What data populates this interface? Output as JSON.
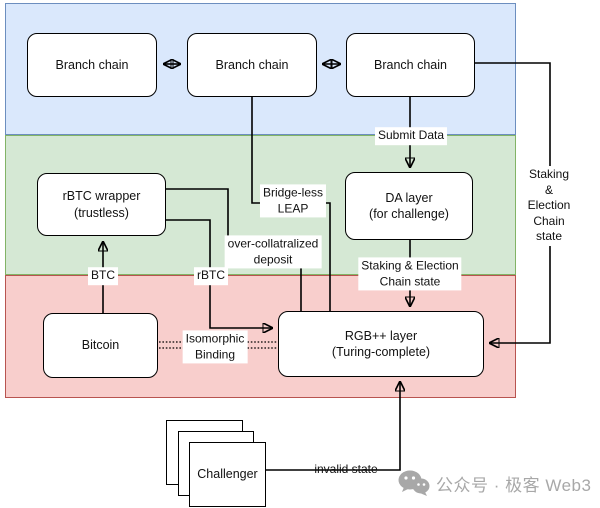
{
  "diagram": {
    "bands": {
      "top": {
        "fill": "#dae8fc",
        "border": "#6c8ebf"
      },
      "middle": {
        "fill": "#d5e8d4",
        "border": "#82b366"
      },
      "bottom": {
        "fill": "#f8cecc",
        "border": "#b85450"
      }
    },
    "nodes": {
      "branch_chain_1": {
        "label": "Branch chain"
      },
      "branch_chain_2": {
        "label": "Branch chain"
      },
      "branch_chain_3": {
        "label": "Branch chain"
      },
      "rbtc_wrapper": {
        "label": "rBTC wrapper\n(trustless)"
      },
      "da_layer": {
        "label": "DA layer\n(for challenge)"
      },
      "bitcoin": {
        "label": "Bitcoin"
      },
      "rgb_layer": {
        "label": "RGB++ layer\n(Turing-complete)"
      },
      "challenger": {
        "label": "Challenger"
      }
    },
    "edge_labels": {
      "submit_data": "Submit Data",
      "bridge_less_leap": "Bridge-less\nLEAP",
      "over_collateralized_deposit": "over-collatralized\ndeposit",
      "staking_election_da": "Staking & Election\nChain state",
      "staking_election_right": "Staking & Election\nChain state",
      "btc": "BTC",
      "rbtc": "rBTC",
      "isomorphic_binding": "Isomorphic\nBinding",
      "invalid_state": "invalid state"
    }
  },
  "footer": {
    "wechat_label": "公众号 · 极客 Web3",
    "icon_color": "#a8a8a8"
  }
}
